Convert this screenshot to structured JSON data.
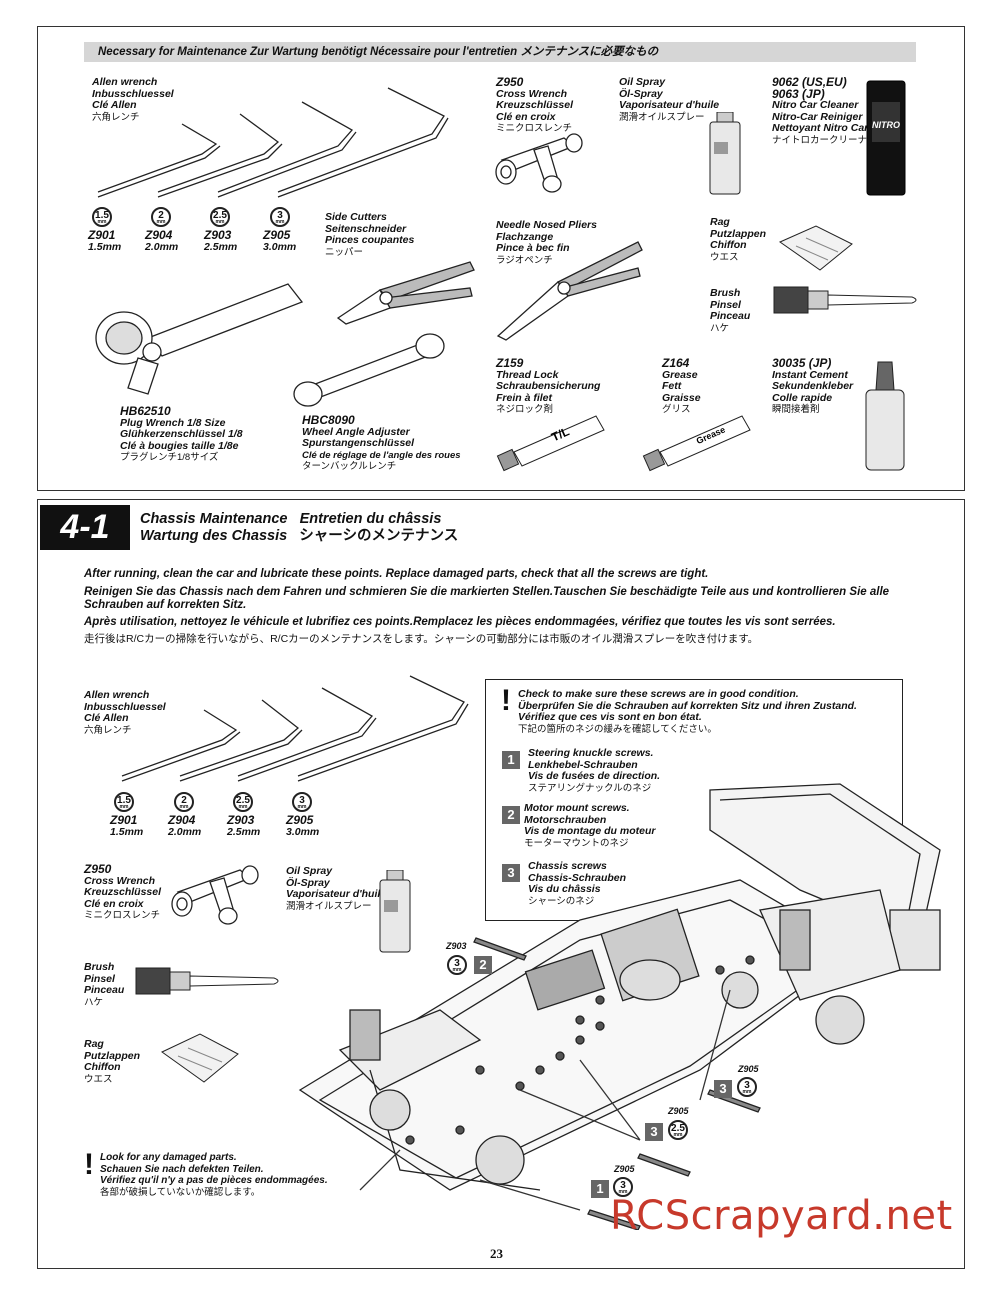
{
  "page_number": "23",
  "watermark": "RCScrapyard.net",
  "maintenance_header": "Necessary for Maintenance   Zur Wartung benötigt   Nécessaire pour l'entretien   メンテナンスに必要なもの",
  "tools_top": {
    "allen": {
      "l1": "Allen wrench",
      "l2": "Inbusschluessel",
      "l3": "Clé Allen",
      "l4": "六角レンチ"
    },
    "allen_sizes": [
      {
        "badge": "1.5",
        "code": "Z901",
        "size": "1.5mm"
      },
      {
        "badge": "2",
        "code": "Z904",
        "size": "2.0mm"
      },
      {
        "badge": "2.5",
        "code": "Z903",
        "size": "2.5mm"
      },
      {
        "badge": "3",
        "code": "Z905",
        "size": "3.0mm"
      }
    ],
    "cross": {
      "code": "Z950",
      "l1": "Cross Wrench",
      "l2": "Kreuzschlüssel",
      "l3": "Clé en croix",
      "l4": "ミニクロスレンチ"
    },
    "oil": {
      "l1": "Oil Spray",
      "l2": "Öl-Spray",
      "l3": "Vaporisateur d'huile",
      "l4": "潤滑オイルスプレー"
    },
    "cleaner": {
      "l1": "9062 (US,EU)",
      "l2": "9063 (JP)",
      "l3": "Nitro Car Cleaner",
      "l4": "Nitro-Car Reiniger",
      "l5": "Nettoyant Nitro Car",
      "l6": "ナイトロカークリーナー"
    },
    "cutters": {
      "l1": "Side Cutters",
      "l2": "Seitenschneider",
      "l3": "Pinces coupantes",
      "l4": "ニッパー"
    },
    "pliers": {
      "l1": "Needle Nosed Pliers",
      "l2": "Flachzange",
      "l3": "Pince à bec fin",
      "l4": "ラジオペンチ"
    },
    "rag": {
      "l1": "Rag",
      "l2": "Putzlappen",
      "l3": "Chiffon",
      "l4": "ウエス"
    },
    "brush": {
      "l1": "Brush",
      "l2": "Pinsel",
      "l3": "Pinceau",
      "l4": "ハケ"
    },
    "plug": {
      "code": "HB62510",
      "l1": "Plug Wrench 1/8 Size",
      "l2": "Glühkerzenschlüssel 1/8",
      "l3": "Clé à bougies taille 1/8e",
      "l4": "プラグレンチ1/8サイズ"
    },
    "adjuster": {
      "code": "HBC8090",
      "l1": "Wheel Angle Adjuster",
      "l2": "Spurstangenschlüssel",
      "l3": "Clé de réglage de l'angle des roues",
      "l4": "ターンバックルレンチ"
    },
    "threadlock": {
      "code": "Z159",
      "l1": "Thread Lock",
      "l2": "Schraubensicherung",
      "l3": "Frein à filet",
      "l4": "ネジロック剤",
      "tube": "T/L"
    },
    "grease": {
      "code": "Z164",
      "l1": "Grease",
      "l2": "Fett",
      "l3": "Graisse",
      "l4": "グリス",
      "tube": "Grease"
    },
    "cement": {
      "code": "30035 (JP)",
      "l1": "Instant Cement",
      "l2": "Sekundenkleber",
      "l3": "Colle rapide",
      "l4": "瞬間接着剤"
    }
  },
  "step": {
    "number": "4-1",
    "title_en": "Chassis Maintenance",
    "title_fr": "Entretien du châssis",
    "title_de": "Wartung des Chassis",
    "title_ja": "シャーシのメンテナンス",
    "instr_en": "After running, clean the car and lubricate these points. Replace damaged parts, check that all the screws are tight.",
    "instr_de": "Reinigen Sie das Chassis nach dem Fahren und schmieren Sie die markierten Stellen.Tauschen Sie beschädigte Teile aus und kontrollieren Sie alle Schrauben auf korrekten Sitz.",
    "instr_fr": "Après utilisation, nettoyez le véhicule et lubrifiez ces points.Remplacez les pièces endommagées, vérifiez que toutes les vis sont serrées.",
    "instr_ja": "走行後はR/Cカーの掃除を行いながら、R/Cカーのメンテナンスをします。シャーシの可動部分には市販のオイル潤滑スプレーを吹き付けます。"
  },
  "check": {
    "h1": "Check to make sure these screws are in good condition.",
    "h2": "Überprüfen Sie die Schrauben auf korrekten Sitz und ihren Zustand.",
    "h3": "Vérifiez que ces vis sont en bon état.",
    "h4": "下記の箇所のネジの緩みを確認してください。",
    "items": [
      {
        "n": "1",
        "l1": "Steering knuckle screws.",
        "l2": "Lenkhebel-Schrauben",
        "l3": "Vis de fusées de direction.",
        "l4": "ステアリングナックルのネジ"
      },
      {
        "n": "2",
        "l1": "Motor mount screws.",
        "l2": "Motorschrauben",
        "l3": "Vis de montage du moteur",
        "l4": "モーターマウントのネジ"
      },
      {
        "n": "3",
        "l1": "Chassis screws",
        "l2": "Chassis-Schrauben",
        "l3": "Vis du châssis",
        "l4": "シャーシのネジ"
      }
    ]
  },
  "damaged": {
    "l1": "Look for any damaged parts.",
    "l2": "Schauen Sie nach defekten Teilen.",
    "l3": "Vérifiez qu'il n'y a pas de pièces endommagées.",
    "l4": "各部が破損していないか確認します。"
  },
  "callouts": [
    {
      "code": "Z903",
      "badge": "3",
      "n": "2"
    },
    {
      "code": "Z905",
      "badge": "3",
      "n": "3"
    },
    {
      "code": "Z905",
      "badge": "2.5",
      "n": "3"
    },
    {
      "code": "Z905",
      "badge": "3",
      "n": "1"
    }
  ],
  "mm": "mm"
}
